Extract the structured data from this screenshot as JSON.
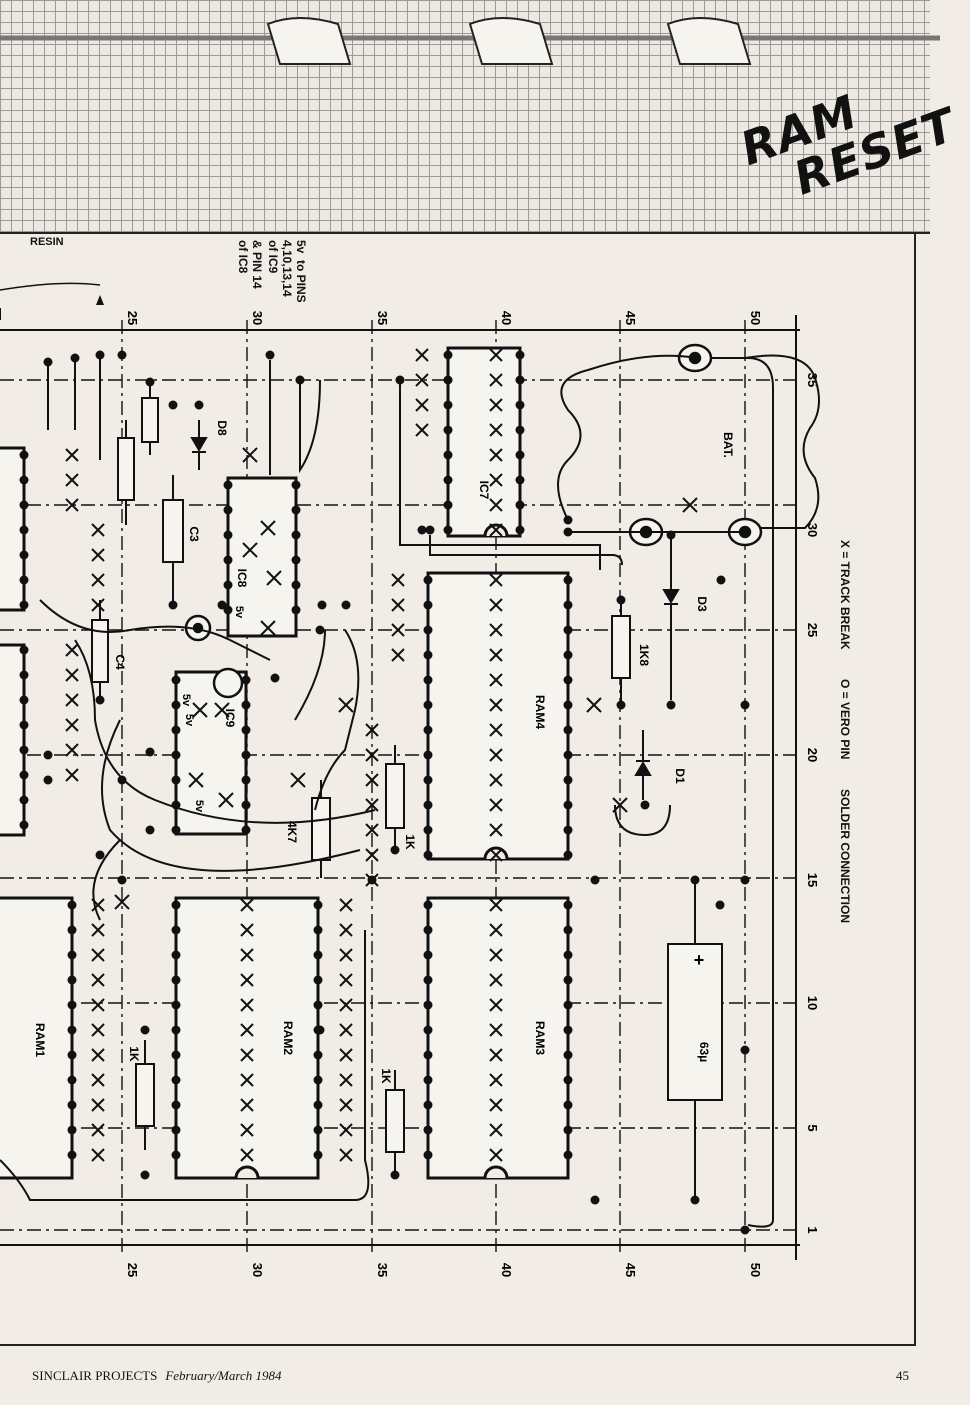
{
  "header": {
    "stamp_line1": "RAM",
    "stamp_line2": "RESET",
    "resin_label": "RESIN",
    "note_pins_a": "5v  to PINS\n4,10,13,14\nof IC9",
    "note_pins_b": "& PIN 14\nof IC8"
  },
  "legend": {
    "track_break": "X = TRACK BREAK",
    "vero_pin": "O = VERO PIN",
    "solder": "SOLDER CONNECTION"
  },
  "footer": {
    "magazine": "SINCLAIR PROJECTS",
    "issue": "February/March 1984",
    "page_number": "45"
  },
  "board": {
    "column_labels": [
      "25",
      "30",
      "35",
      "40",
      "45",
      "50"
    ],
    "row_labels": [
      "35",
      "30",
      "25",
      "20",
      "15",
      "10",
      "5",
      "1"
    ],
    "chips": [
      {
        "id": "ic7",
        "label": "IC7"
      },
      {
        "id": "ic8",
        "label": "IC8"
      },
      {
        "id": "ic9",
        "label": "IC9"
      },
      {
        "id": "ram1",
        "label": "RAM1"
      },
      {
        "id": "ram2",
        "label": "RAM2"
      },
      {
        "id": "ram3",
        "label": "RAM3"
      },
      {
        "id": "ram4",
        "label": "RAM4"
      }
    ],
    "components": [
      {
        "id": "c3",
        "label": "C3"
      },
      {
        "id": "c4",
        "label": "C4"
      },
      {
        "id": "d8",
        "label": "D8"
      },
      {
        "id": "d3",
        "label": "D3"
      },
      {
        "id": "d1",
        "label": "D1"
      },
      {
        "id": "r1k8",
        "label": "1K8"
      },
      {
        "id": "r4k7",
        "label": "4K7"
      },
      {
        "id": "r1k_a",
        "label": "1K"
      },
      {
        "id": "r1k_b",
        "label": "1K"
      },
      {
        "id": "r1k_c",
        "label": "1K"
      },
      {
        "id": "bat",
        "label": "BAT."
      },
      {
        "id": "cap63",
        "label": "63µ"
      },
      {
        "id": "cap_plus",
        "label": "+"
      }
    ],
    "voltage_marks": [
      "5v",
      "5v",
      "5v",
      "5v"
    ]
  }
}
